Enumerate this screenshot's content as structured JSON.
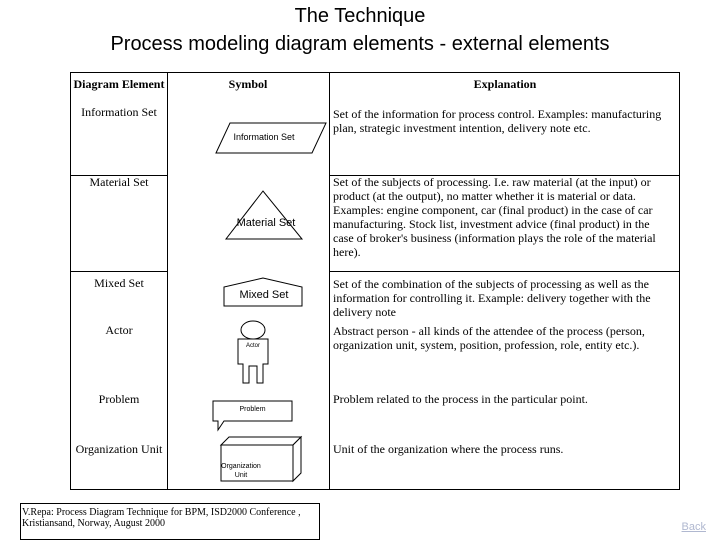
{
  "title_line1": "The Technique",
  "title_line2": "Process modeling diagram elements - external elements",
  "table": {
    "headers": {
      "element": "Diagram Element",
      "symbol": "Symbol",
      "explanation": "Explanation"
    },
    "rows": [
      {
        "element": "Information Set",
        "symbol_label": "Information Set",
        "explanation": "Set of the information for process control. Examples: manufacturing plan, strategic investment intention, delivery note etc."
      },
      {
        "element": "Material Set",
        "symbol_label": "Material Set",
        "explanation": "Set of the subjects of processing. I.e. raw material (at the input) or product (at the output), no matter whether it is material or data. Examples: engine component, car (final product) in the case of car manufacturing. Stock list, investment advice (final product) in the case of broker's business (information plays the role of the material here)."
      },
      {
        "element": "Mixed Set",
        "symbol_label": "Mixed Set",
        "explanation": "Set of the combination of the subjects of processing as well as the information for controlling it. Example: delivery together with the delivery note"
      },
      {
        "element": "Actor",
        "symbol_label": "Actor",
        "explanation": "Abstract person - all kinds of the attendee of the process (person, organization unit, system, position, profession, role, entity etc.)."
      },
      {
        "element": "Problem",
        "symbol_label": "Problem",
        "explanation": "Problem related to the process in the particular point."
      },
      {
        "element": "Organization Unit",
        "symbol_label": "Organization Unit",
        "explanation": "Unit of the organization where the process runs."
      }
    ]
  },
  "footer": "V.Repa: Process Diagram Technique for BPM, ISD2000 Conference , Kristiansand, Norway, August 2000",
  "back_link": "Back",
  "colors": {
    "border": "#000000",
    "background": "#ffffff",
    "back_link": "#b0b8d0"
  }
}
